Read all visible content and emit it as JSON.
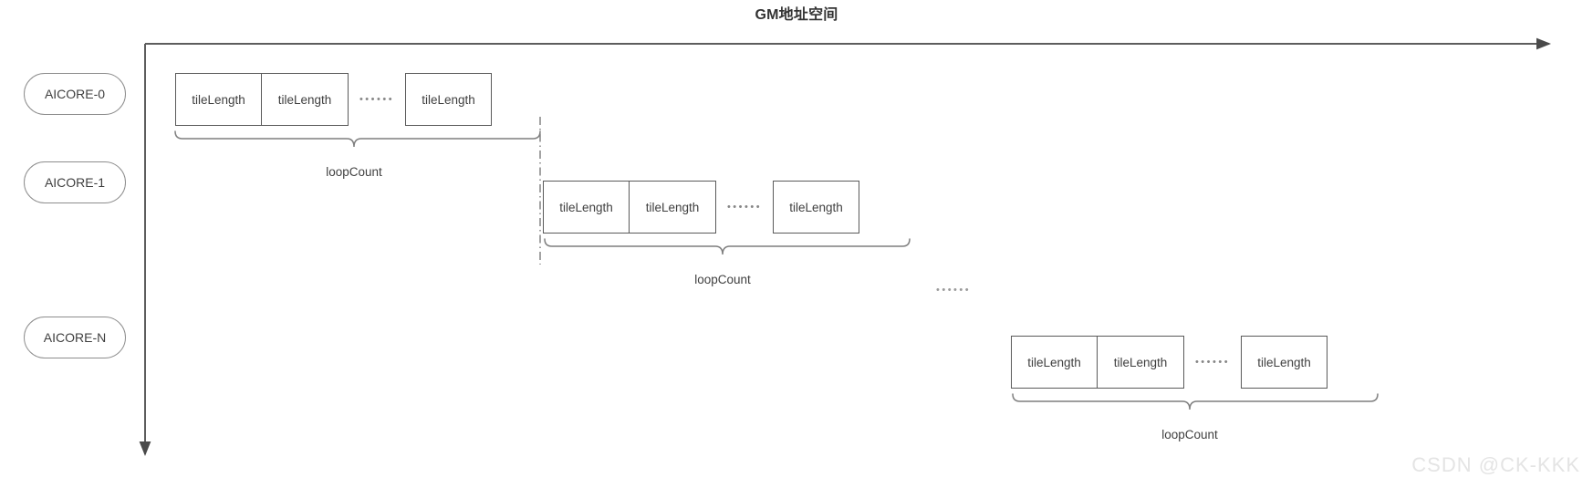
{
  "title": "GM地址空间",
  "watermark": "CSDN @CK-KKK",
  "axis": {
    "horizontal_name": "gm-address-axis-horizontal",
    "vertical_name": "gm-address-axis-vertical"
  },
  "cores": [
    {
      "label": "AICORE-0"
    },
    {
      "label": "AICORE-1"
    },
    {
      "label": "AICORE-N"
    }
  ],
  "rows": [
    {
      "core": "AICORE-0",
      "tiles": [
        "tileLength",
        "tileLength",
        "tileLength"
      ],
      "ellipsis": "••••••",
      "brace_label": "loopCount"
    },
    {
      "core": "AICORE-1",
      "tiles": [
        "tileLength",
        "tileLength",
        "tileLength"
      ],
      "ellipsis": "••••••",
      "brace_label": "loopCount"
    },
    {
      "core": "AICORE-N",
      "tiles": [
        "tileLength",
        "tileLength",
        "tileLength"
      ],
      "ellipsis": "••••••",
      "brace_label": "loopCount"
    }
  ],
  "row_gap_ellipsis": "••••••",
  "colors": {
    "box_border": "#5a5a5a",
    "pill_border": "#8d8d8d",
    "axis": "#555555",
    "brace": "#777777",
    "text": "#3f3f3f",
    "title": "#333333",
    "watermark": "#e4e4e4"
  }
}
